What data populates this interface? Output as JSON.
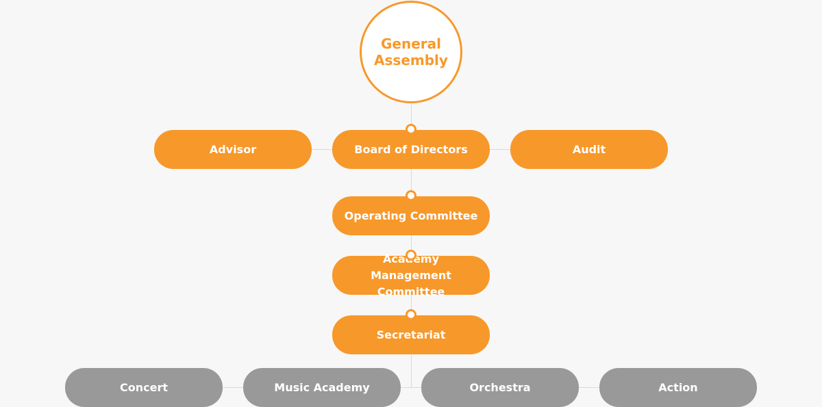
{
  "colors": {
    "accent": "#f7982a",
    "secondary": "#999999",
    "line": "#d9d9d9",
    "background": "#f7f7f7"
  },
  "diagram": {
    "top": "General Assembly",
    "board_level": {
      "left": "Advisor",
      "center": "Board of Directors",
      "right": "Audit"
    },
    "operating": "Operating Committee",
    "academy": "Academy Management Committee",
    "secretariat": "Secretariat",
    "divisions": [
      "Concert",
      "Music Academy",
      "Orchestra",
      "Action"
    ]
  }
}
